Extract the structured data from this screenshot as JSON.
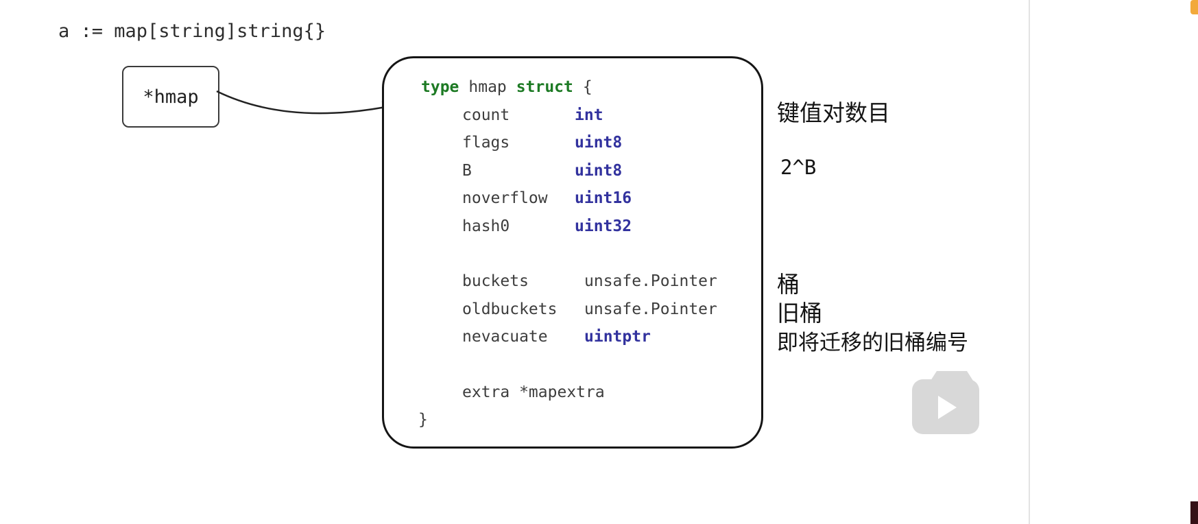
{
  "page": {
    "background": "#ffffff"
  },
  "declaration": {
    "text": "a := map[string]string{}"
  },
  "pointer": {
    "label": "*hmap"
  },
  "struct_box": {
    "keyword_type": "type",
    "struct_name": "hmap",
    "keyword_struct": "struct",
    "open_brace": "{",
    "close_brace": "}",
    "fields": [
      {
        "name": "count",
        "type": "int"
      },
      {
        "name": "flags",
        "type": "uint8"
      },
      {
        "name": "B",
        "type": "uint8"
      },
      {
        "name": "noverflow",
        "type": "uint16"
      },
      {
        "name": "hash0",
        "type": "uint32"
      },
      {
        "name": "buckets",
        "type": "unsafe.Pointer"
      },
      {
        "name": "oldbuckets",
        "type": "unsafe.Pointer"
      },
      {
        "name": "nevacuate",
        "type": "uintptr"
      },
      {
        "name": "extra *mapextra",
        "type": ""
      }
    ]
  },
  "annotations": [
    {
      "text": "键值对数目"
    },
    {
      "text": "2^B"
    },
    {
      "text": "桶"
    },
    {
      "text": "旧桶"
    },
    {
      "text": "即将迁移的旧桶编号"
    }
  ],
  "colors": {
    "keyword_green": "#1d7a24",
    "type_blue": "#32329e",
    "code_text": "#3d3d3d",
    "ink": "#141414",
    "play_overlay_gray": "#d8d8d8",
    "fragment_orange": "#f2a93b",
    "fragment_maroon": "#351016"
  }
}
